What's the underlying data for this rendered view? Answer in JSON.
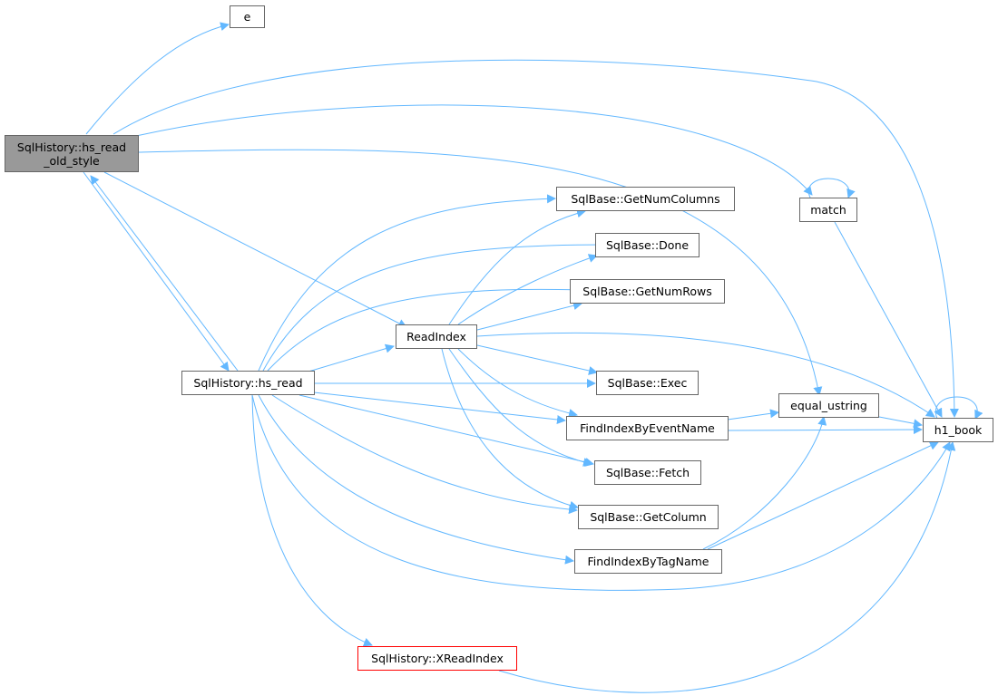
{
  "colors": {
    "edge": "#63b8ff",
    "node_border": "#666666",
    "root_fill": "#999999",
    "highlight_border": "#ff0000"
  },
  "nodes": {
    "root": {
      "line1": "SqlHistory::hs_read",
      "line2": "_old_style"
    },
    "e": {
      "label": "e"
    },
    "hs_read": {
      "label": "SqlHistory::hs_read"
    },
    "read_index": {
      "label": "ReadIndex"
    },
    "get_num_columns": {
      "label": "SqlBase::GetNumColumns"
    },
    "done": {
      "label": "SqlBase::Done"
    },
    "get_num_rows": {
      "label": "SqlBase::GetNumRows"
    },
    "exec": {
      "label": "SqlBase::Exec"
    },
    "find_by_event": {
      "label": "FindIndexByEventName"
    },
    "fetch": {
      "label": "SqlBase::Fetch"
    },
    "get_column": {
      "label": "SqlBase::GetColumn"
    },
    "find_by_tag": {
      "label": "FindIndexByTagName"
    },
    "xread_index": {
      "label": "SqlHistory::XReadIndex"
    },
    "match": {
      "label": "match"
    },
    "equal_ustring": {
      "label": "equal_ustring"
    },
    "h1_book": {
      "label": "h1_book"
    }
  }
}
